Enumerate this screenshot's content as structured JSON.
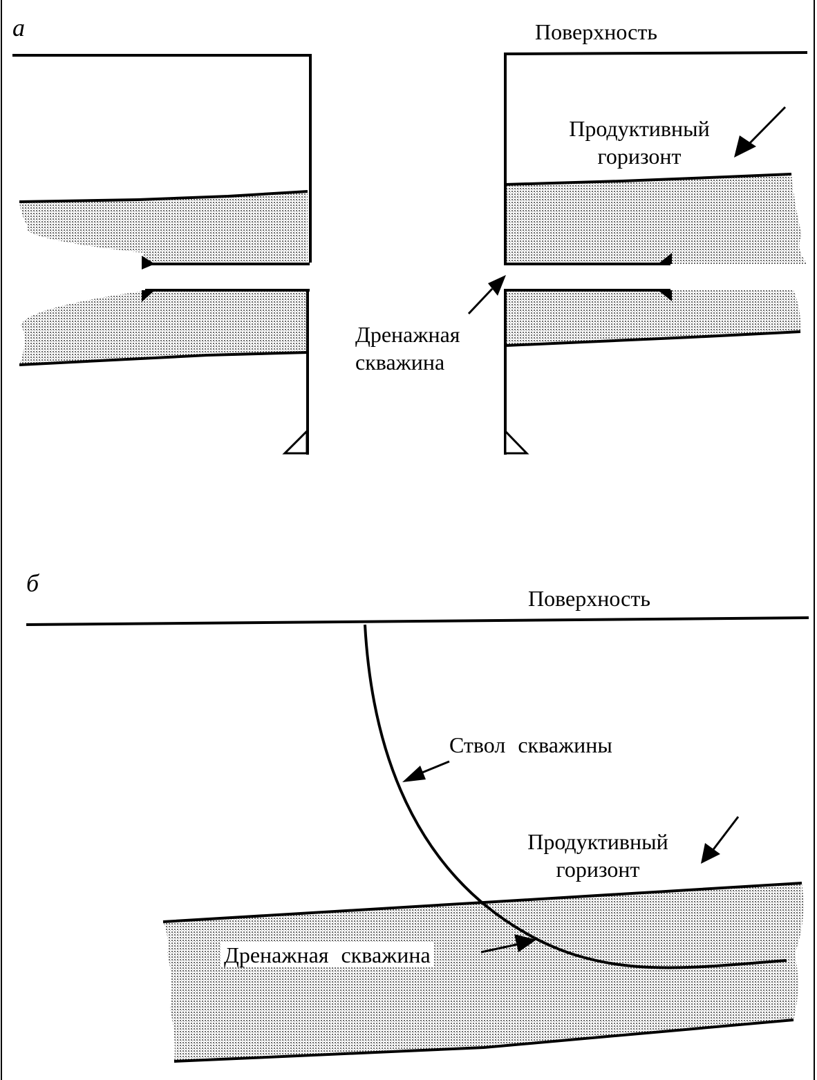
{
  "panel_a": {
    "letter": "а",
    "surface_label": "Поверхность",
    "productive_line1": "Продуктивный",
    "productive_line2": "горизонт",
    "drain_line1": "Дренажная",
    "drain_line2": "скважина"
  },
  "panel_b": {
    "letter": "б",
    "surface_label": "Поверхность",
    "wellbore_label": "Ствол  скважины",
    "productive_line1": "Продуктивный",
    "productive_line2": "горизонт",
    "drain_label": "Дренажная  скважина"
  },
  "colors": {
    "ink": "#000000",
    "stipple_fill": "#cfcfcf"
  }
}
